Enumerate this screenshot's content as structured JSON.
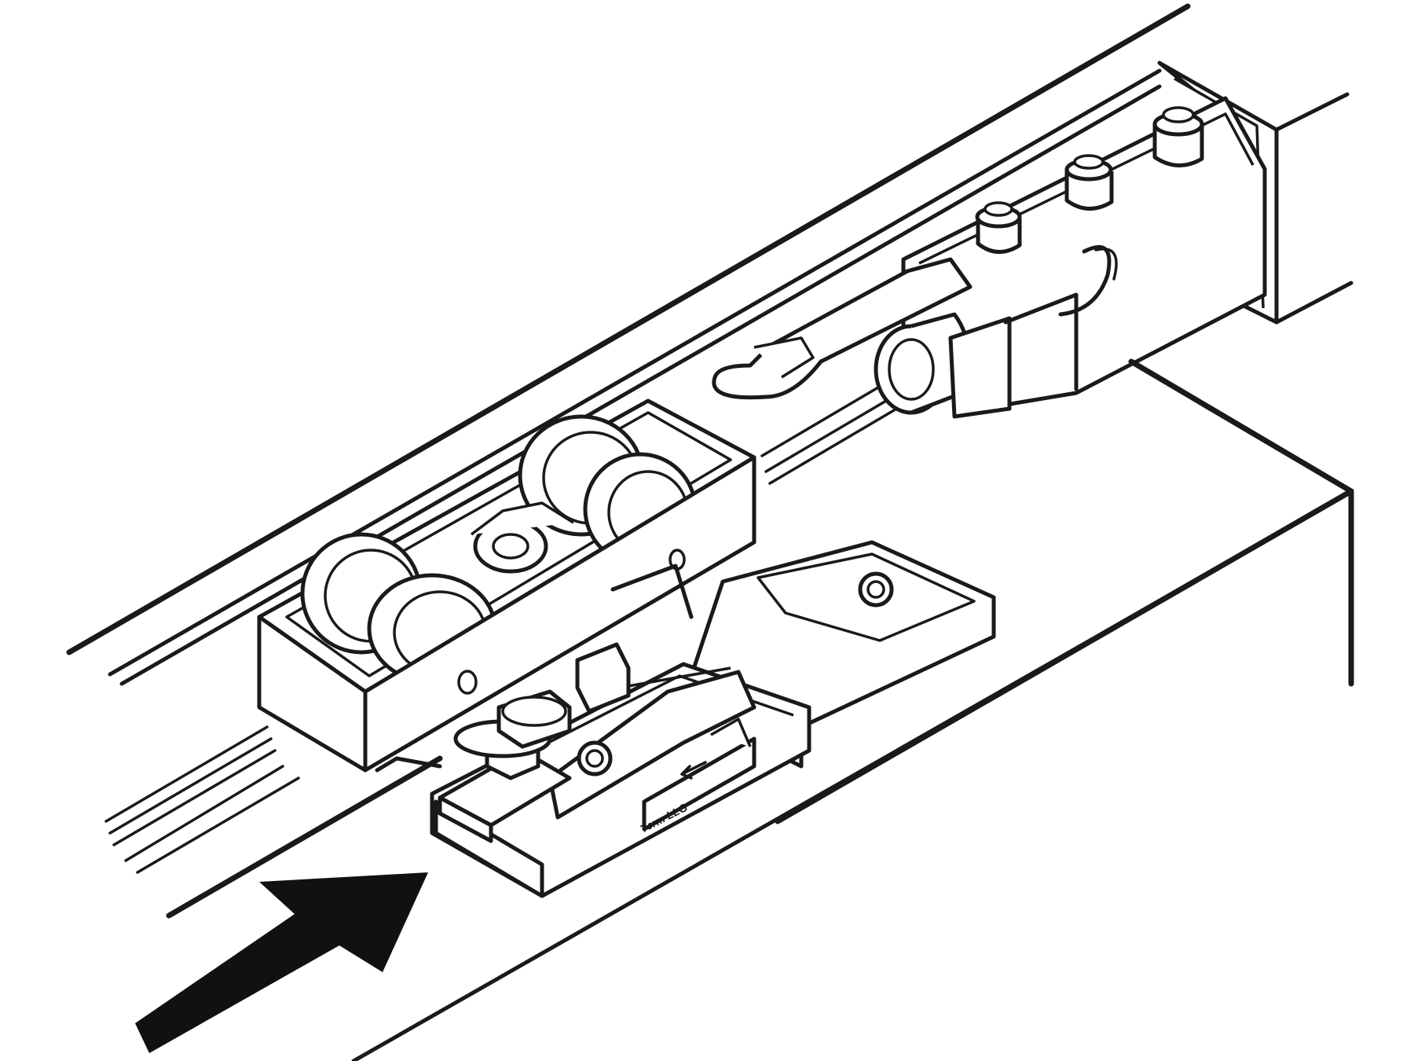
{
  "diagram": {
    "stamp_text": "Tᴊrm LLG",
    "colors": {
      "line": "#1a1a1a",
      "background": "#ffffff",
      "arrow": "#111111"
    },
    "parts": [
      {
        "name": "top-rail"
      },
      {
        "name": "end-cap"
      },
      {
        "name": "damper-mechanism"
      },
      {
        "name": "roller-carriage"
      },
      {
        "name": "door-clip-bracket"
      },
      {
        "name": "door-panel"
      },
      {
        "name": "direction-arrow",
        "icon": "arrow-right-up-icon"
      }
    ]
  }
}
